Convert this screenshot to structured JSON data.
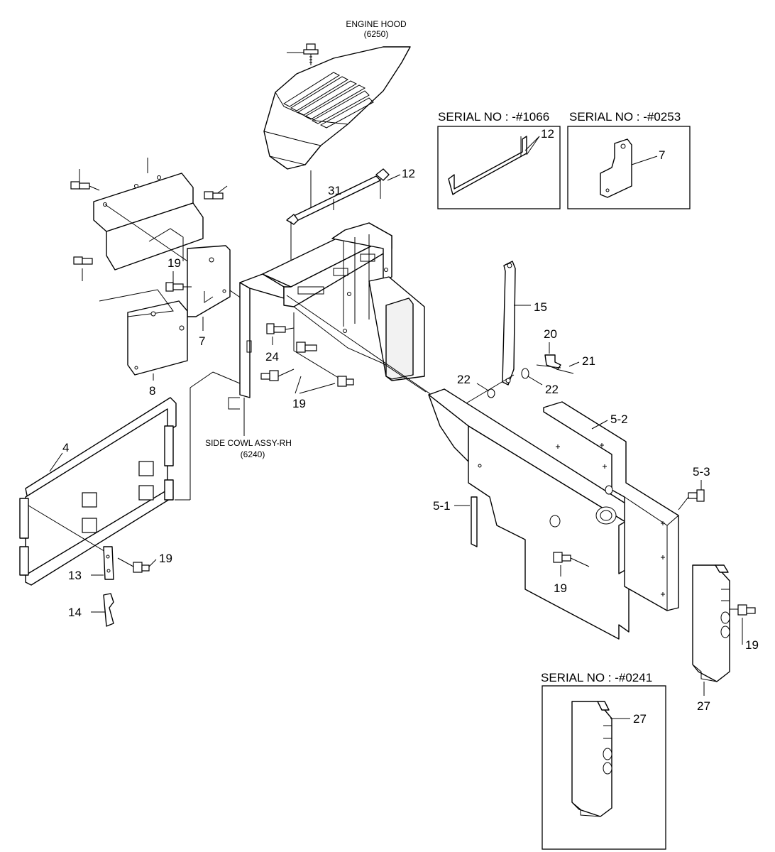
{
  "refs": {
    "engine_hood": "ENGINE HOOD",
    "engine_hood_code": "(6250)",
    "side_cowl": "SIDE COWL ASSY-RH",
    "side_cowl_code": "(6240)"
  },
  "serial_boxes": {
    "box1_title": "SERIAL NO : -#1066",
    "box1_part": "12",
    "box2_title": "SERIAL NO : -#0253",
    "box2_part": "7",
    "box3_title": "SERIAL NO : -#0241",
    "box3_part": "27"
  },
  "callouts": {
    "c12": "12",
    "c31": "31",
    "c19a": "19",
    "c7": "7",
    "c8": "8",
    "c24": "24",
    "c19b": "19",
    "c15": "15",
    "c20": "20",
    "c21": "21",
    "c22a": "22",
    "c22b": "22",
    "c5_2": "5-2",
    "c5_3": "5-3",
    "c5_1": "5-1",
    "c4": "4",
    "c13": "13",
    "c19c": "19",
    "c14": "14",
    "c19d": "19",
    "c19e": "19",
    "c27": "27"
  }
}
